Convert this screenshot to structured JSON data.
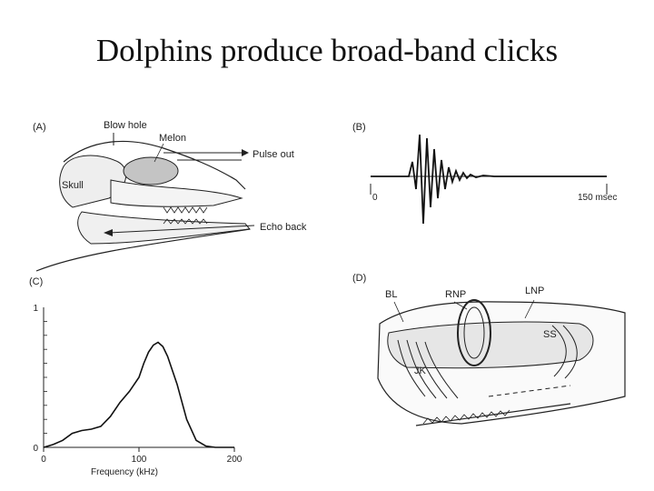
{
  "slide": {
    "title": "Dolphins produce broad-band clicks"
  },
  "panel_a": {
    "label": "(A)",
    "labels": {
      "blow_hole": "Blow hole",
      "melon": "Melon",
      "pulse_out": "Pulse out",
      "skull": "Skull",
      "echo_back": "Echo back"
    }
  },
  "panel_b": {
    "label": "(B)",
    "x_start": "0",
    "x_end": "150 msec"
  },
  "panel_c": {
    "label": "(C)",
    "chart_data": {
      "type": "line",
      "xlabel": "Frequency (kHz)",
      "ylabel": "",
      "xlim": [
        0,
        200
      ],
      "ylim": [
        0,
        1
      ],
      "x_ticks": [
        "0",
        "100",
        "200"
      ],
      "y_ticks": [
        "0",
        "1"
      ],
      "series": [
        {
          "x": [
            0,
            10,
            20,
            30,
            40,
            50,
            60,
            70,
            80,
            90,
            100,
            105,
            110,
            115,
            120,
            125,
            130,
            140,
            150,
            160,
            170,
            180,
            190,
            200
          ],
          "y": [
            0,
            0.02,
            0.05,
            0.1,
            0.12,
            0.13,
            0.15,
            0.22,
            0.32,
            0.4,
            0.5,
            0.6,
            0.68,
            0.73,
            0.75,
            0.72,
            0.65,
            0.45,
            0.2,
            0.05,
            0.01,
            0.0,
            0.0,
            0.0
          ]
        }
      ]
    }
  },
  "panel_d": {
    "label": "(D)",
    "labels": {
      "bl": "BL",
      "rnp": "RNP",
      "lnp": "LNP",
      "ss": "SS",
      "jk": "JK"
    }
  }
}
